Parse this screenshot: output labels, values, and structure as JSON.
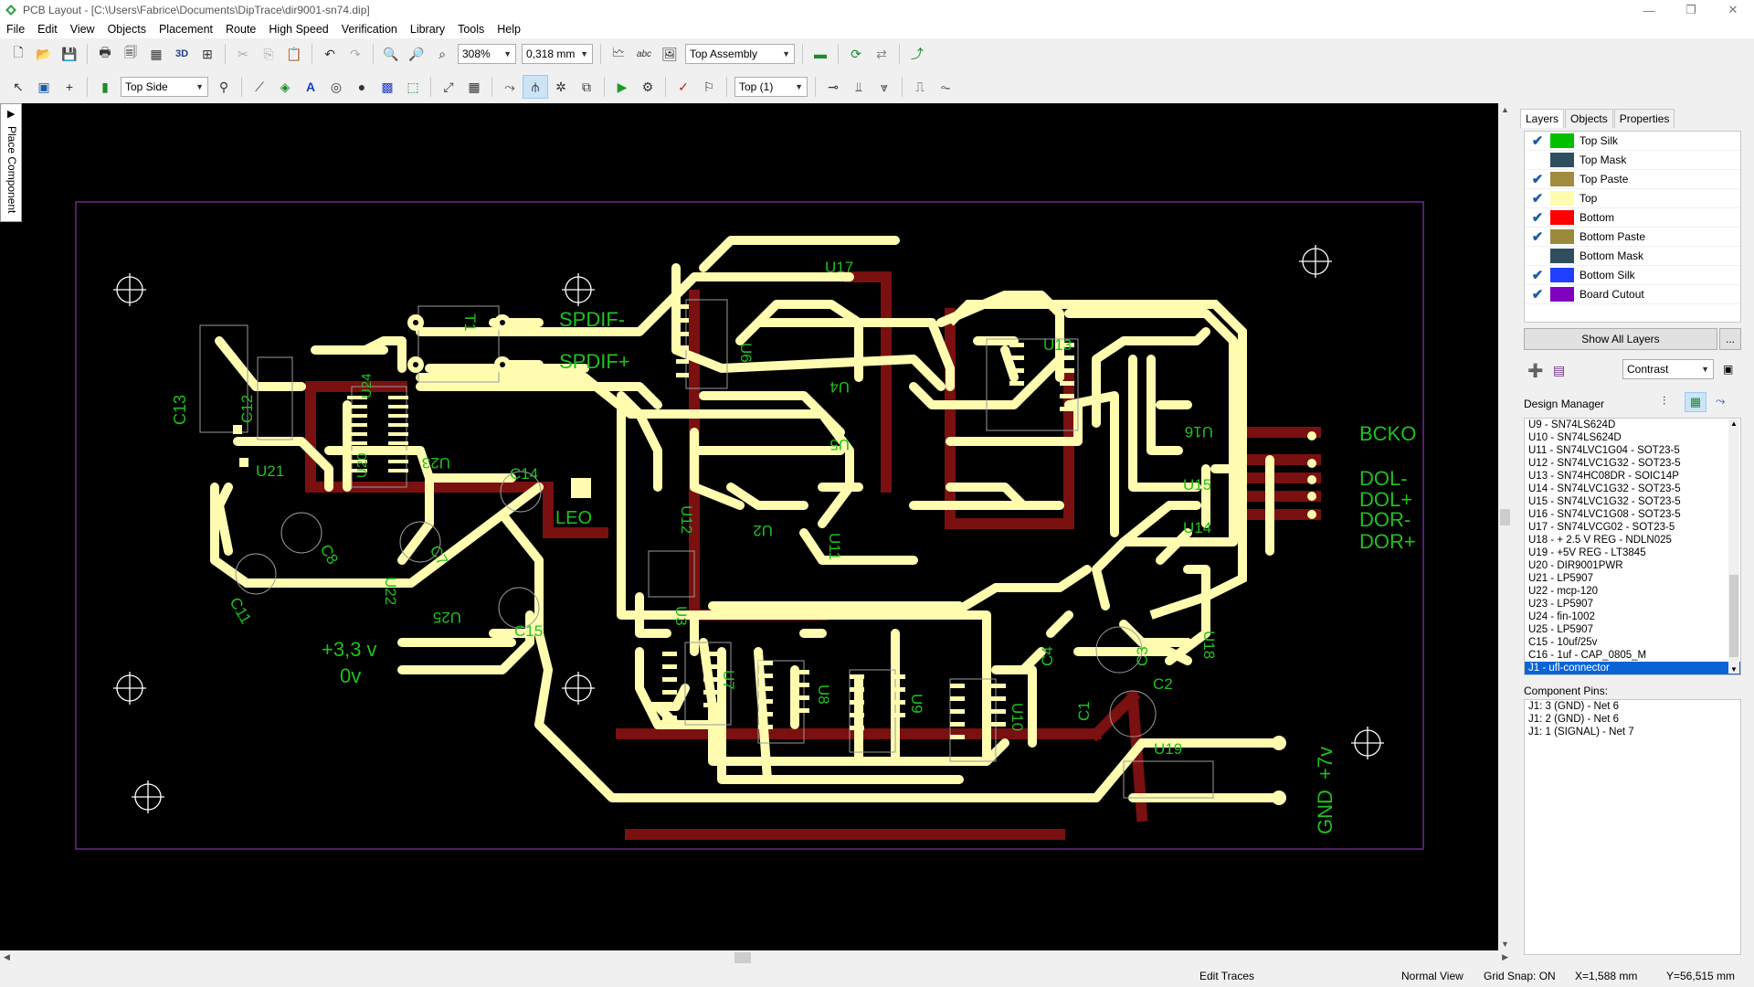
{
  "window": {
    "title": "PCB Layout - [C:\\Users\\Fabrice\\Documents\\DipTrace\\dir9001-sn74.dip]",
    "controls": [
      "—",
      "❐",
      "✕"
    ]
  },
  "menu": [
    "File",
    "Edit",
    "View",
    "Objects",
    "Placement",
    "Route",
    "High Speed",
    "Verification",
    "Library",
    "Tools",
    "Help"
  ],
  "toolbar1": {
    "zoom": "308%",
    "grid": "0,318 mm",
    "view_mode": "Top Assembly"
  },
  "toolbar2": {
    "side": "Top Side",
    "layer": "Top (1)"
  },
  "side_tab": {
    "label": "Place Component"
  },
  "panel": {
    "tabs": [
      "Layers",
      "Objects",
      "Properties"
    ],
    "layers": [
      {
        "name": "Top Silk",
        "checked": true,
        "color": "#00c000"
      },
      {
        "name": "Top Mask",
        "checked": false,
        "color": "#2f4f5f"
      },
      {
        "name": "Top Paste",
        "checked": true,
        "color": "#a08c3c"
      },
      {
        "name": "Top",
        "checked": true,
        "color": "#fffcb0"
      },
      {
        "name": "Bottom",
        "checked": true,
        "color": "#ff0000"
      },
      {
        "name": "Bottom Paste",
        "checked": true,
        "color": "#9c8a3c"
      },
      {
        "name": "Bottom Mask",
        "checked": false,
        "color": "#2f4f5f"
      },
      {
        "name": "Bottom Silk",
        "checked": true,
        "color": "#2040ff"
      },
      {
        "name": "Board Cutout",
        "checked": true,
        "color": "#8000c0"
      }
    ],
    "show_all_label": "Show All Layers",
    "more_label": "...",
    "contrast": "Contrast",
    "design_manager_title": "Design Manager",
    "components": [
      "U9 - SN74LS624D",
      "U10 - SN74LS624D",
      "U11 - SN74LVC1G04 - SOT23-5",
      "U12 - SN74LVC1G32 - SOT23-5",
      "U13 - SN74HC08DR - SOIC14P",
      "U14 - SN74LVC1G32 - SOT23-5",
      "U15 - SN74LVC1G32 - SOT23-5",
      "U16 - SN74LVC1G08 - SOT23-5",
      "U17 - SN74LVCG02 - SOT23-5",
      "U18 - + 2.5 V REG - NDLN025",
      "U19 - +5V REG - LT3845",
      "U20 - DIR9001PWR",
      "U21 - LP5907",
      "U22 - mcp-120",
      "U23 - LP5907",
      "U24 - fin-1002",
      "U25 - LP5907",
      "C15 - 10uf/25v",
      "C16 - 1uf - CAP_0805_M",
      "J1 - ufl-connector"
    ],
    "selected_component": "J1 - ufl-connector",
    "pins_title": "Component Pins:",
    "pins": [
      "J1: 3 (GND) - Net 6",
      "J1: 2 (GND) - Net 6",
      "J1: 1 (SIGNAL) - Net 7"
    ]
  },
  "pcb": {
    "labels": {
      "spdif_minus": "SPDIF-",
      "spdif_plus": "SPDIF+",
      "bcko": "BCKO",
      "dol_minus": "DOL-",
      "dol_plus": "DOL+",
      "dor_minus": "DOR-",
      "dor_plus": "DOR+",
      "v33": "+3,3 v",
      "v0": "0v",
      "v7": "+7v",
      "gnd": "GND",
      "leo": "LEO",
      "t1": "T1",
      "c13": "C13",
      "c12": "C12",
      "u24": "U24",
      "u20": "U20",
      "u21": "U21",
      "u23": "U23",
      "c14": "C14",
      "u22": "U22",
      "c15": "C15",
      "u25": "U25",
      "u17": "U17",
      "u6": "U6",
      "u4": "U4",
      "u5": "U5",
      "u13": "U13",
      "u16": "U16",
      "u15": "U15",
      "u14": "U14",
      "u12": "U12",
      "u2": "U2",
      "u11": "U11",
      "u3": "U3",
      "u7": "U7",
      "u8": "U8",
      "u9": "U9",
      "u10": "U10",
      "u18": "U18",
      "u19": "U19",
      "c1": "C1",
      "c2": "C2",
      "c3": "C3",
      "c4": "C4",
      "c7": "C7",
      "c8": "C8",
      "c11": "C11"
    },
    "colors": {
      "background": "#000000",
      "top_copper": "#fffcb0",
      "bottom_copper": "#7a1010",
      "silk": "#00c000",
      "outline": "#6a2a8a"
    }
  },
  "status": {
    "mode": "Edit Traces",
    "view": "Normal View",
    "grid_snap": "Grid Snap: ON",
    "x": "X=1,588 mm",
    "y": "Y=56,515 mm"
  }
}
